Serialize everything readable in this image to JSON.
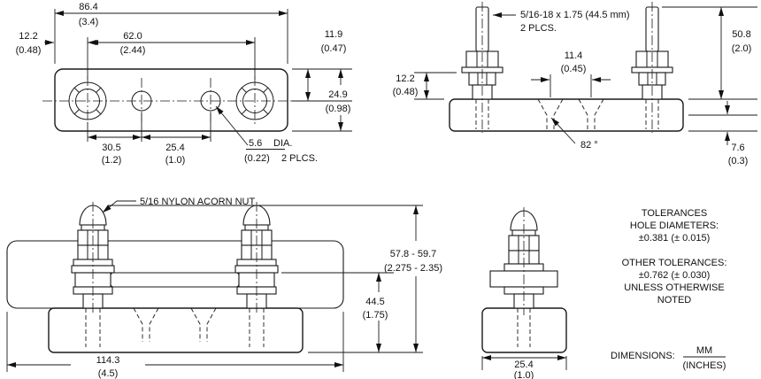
{
  "top_view": {
    "overall_width_mm": "86.4",
    "overall_width_in": "(3.4)",
    "stud_span_mm": "62.0",
    "stud_span_in": "(2.44)",
    "left_offset_mm": "12.2",
    "left_offset_in": "(0.48)",
    "top_offset_mm": "11.9",
    "top_offset_in": "(0.47)",
    "depth_mm": "24.9",
    "depth_in": "(0.98)",
    "hole_pitch1_mm": "30.5",
    "hole_pitch1_in": "(1.2)",
    "hole_pitch2_mm": "25.4",
    "hole_pitch2_in": "(1.0)",
    "hole_dia_mm": "5.6",
    "hole_dia_label": "DIA.",
    "hole_dia_in": "(0.22)",
    "hole_dia_places": "2 PLCS."
  },
  "front_view": {
    "stud_spec": "5/16-18 x 1.75 (44.5 mm)",
    "stud_spec_places": "2 PLCS.",
    "stud_height_mm": "50.8",
    "stud_height_in": "(2.0)",
    "seat_height_mm": "12.2",
    "seat_height_in": "(0.48)",
    "hole_gap_mm": "11.4",
    "hole_gap_in": "(0.45)",
    "countersink_angle": "82 °",
    "base_lip_mm": "7.6",
    "base_lip_in": "(0.3)"
  },
  "side_view": {
    "acorn_nut_callout": "5/16 NYLON ACORN NUT",
    "overall_height_mm": "57.8 - 59.7",
    "overall_height_in": "(2.275 - 2.35)",
    "body_height_mm": "44.5",
    "body_height_in": "(1.75)",
    "overall_length_mm": "114.3",
    "overall_length_in": "(4.5)"
  },
  "end_view": {
    "width_mm": "25.4",
    "width_in": "(1.0)"
  },
  "notes": {
    "tolerances_title": "TOLERANCES",
    "hole_dia_title": "HOLE DIAMETERS:",
    "hole_dia_tol": "±0.381 (± 0.015)",
    "other_title": "OTHER TOLERANCES:",
    "other_tol": "±0.762 (± 0.030)",
    "other_note1": "UNLESS OTHERWISE",
    "other_note2": "NOTED",
    "dimensions_label": "DIMENSIONS:",
    "dimensions_numerator": "MM",
    "dimensions_denominator": "(INCHES)"
  }
}
